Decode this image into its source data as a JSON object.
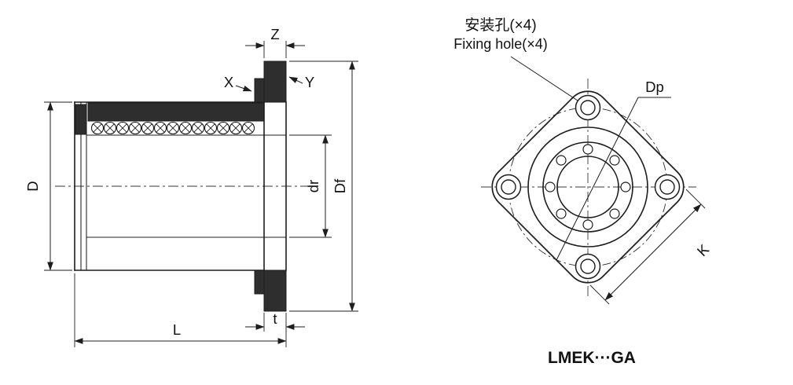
{
  "model_label": "LMEK···GA",
  "side_view": {
    "title": "flanged-linear-bushing-side-section",
    "dims": {
      "D": "D",
      "Z": "Z",
      "X": "X",
      "Y": "Y",
      "dr": "dr",
      "Df": "Df",
      "t": "t",
      "L": "L"
    }
  },
  "front_view": {
    "title": "square-flange-front-view",
    "fixing_hole_cn": "安装孔(×4)",
    "fixing_hole_en": "Fixing hole(×4)",
    "dims": {
      "Dp": "Dp",
      "K": "K"
    }
  },
  "colors": {
    "line": "#1d1d1d",
    "section_fill": "#2e2e2e",
    "background": "#ffffff"
  }
}
